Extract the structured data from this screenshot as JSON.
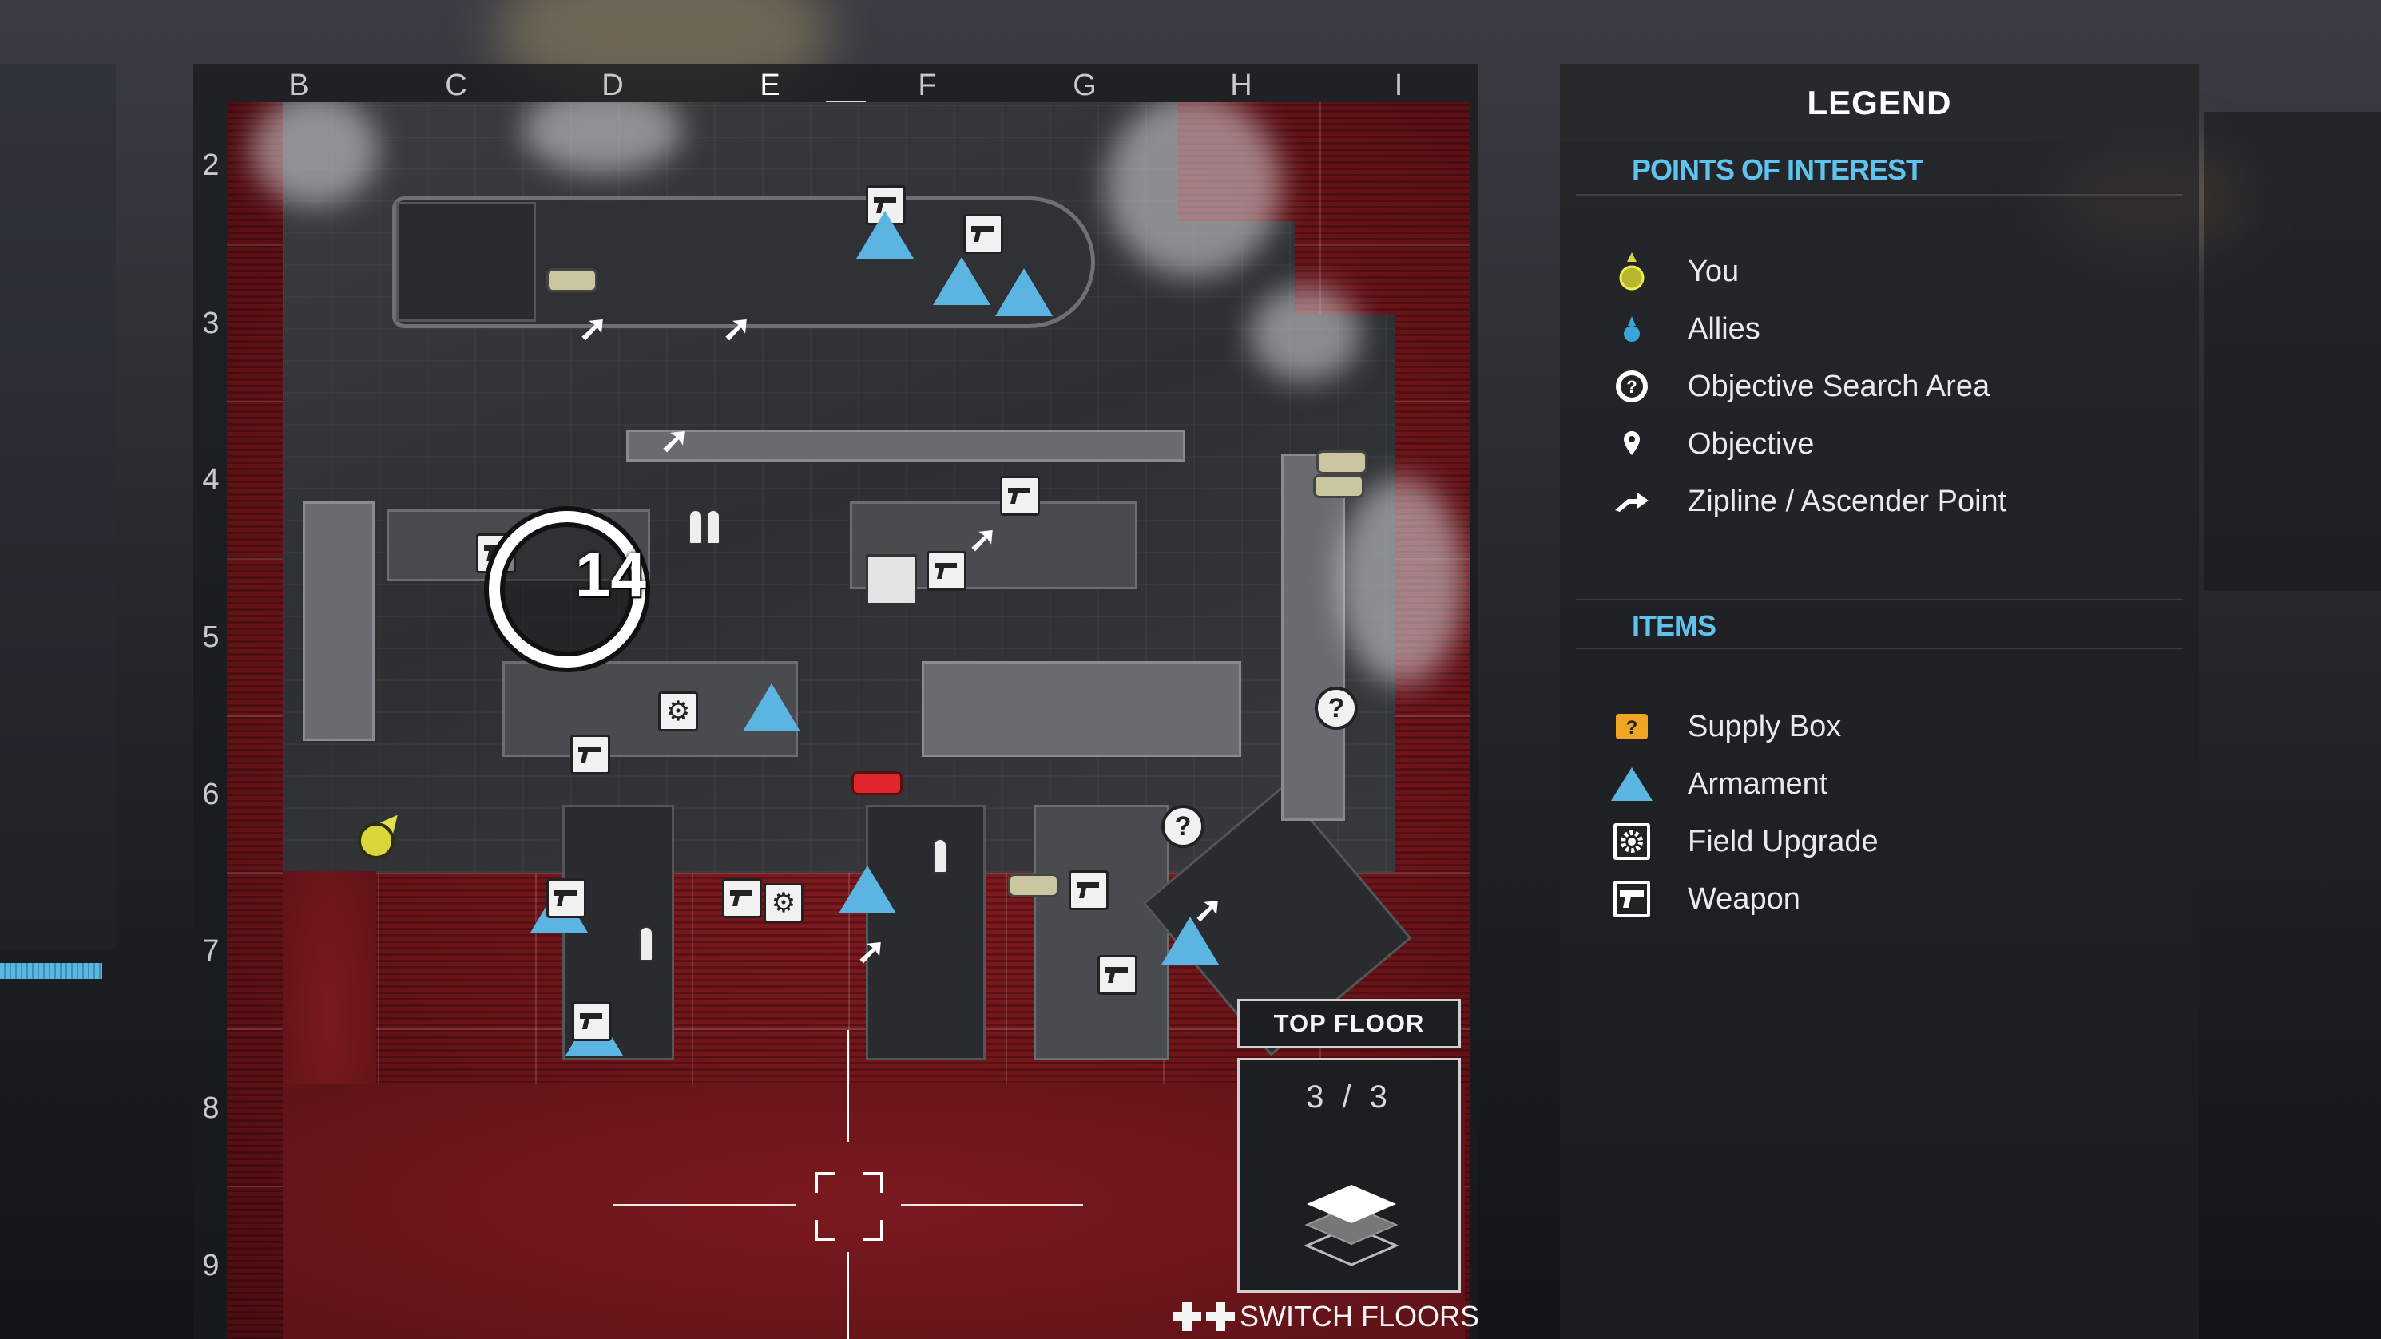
{
  "map": {
    "columns": [
      "B",
      "C",
      "D",
      "E",
      "F",
      "G",
      "H",
      "I"
    ],
    "active_column": "E",
    "rows": [
      "2",
      "3",
      "4",
      "5",
      "6",
      "7",
      "8",
      "9"
    ],
    "objective_marker_number": "14",
    "floor_tab_label": "TOP FLOOR",
    "floor_count": "3 / 3",
    "switch_floors_label": "SWITCH FLOORS"
  },
  "legend": {
    "title": "LEGEND",
    "points_of_interest_heading": "POINTS OF INTEREST",
    "points_of_interest": [
      {
        "label": "You",
        "icon": "player-marker-icon"
      },
      {
        "label": "Allies",
        "icon": "ally-marker-icon"
      },
      {
        "label": "Objective Search Area",
        "icon": "search-area-icon"
      },
      {
        "label": "Objective",
        "icon": "objective-pin-icon"
      },
      {
        "label": "Zipline / Ascender Point",
        "icon": "zipline-icon"
      }
    ],
    "items_heading": "ITEMS",
    "items": [
      {
        "label": "Supply Box",
        "icon": "supply-box-icon"
      },
      {
        "label": "Armament",
        "icon": "armament-icon"
      },
      {
        "label": "Field Upgrade",
        "icon": "field-upgrade-icon"
      },
      {
        "label": "Weapon",
        "icon": "weapon-icon"
      }
    ]
  },
  "colors": {
    "accent_blue": "#5fc3ee",
    "you_yellow": "#d7d63a",
    "ally_blue": "#3aa6d8",
    "supply_orange": "#f0a623",
    "armament_blue": "#5cb4e3",
    "danger_red": "#6c1419"
  }
}
